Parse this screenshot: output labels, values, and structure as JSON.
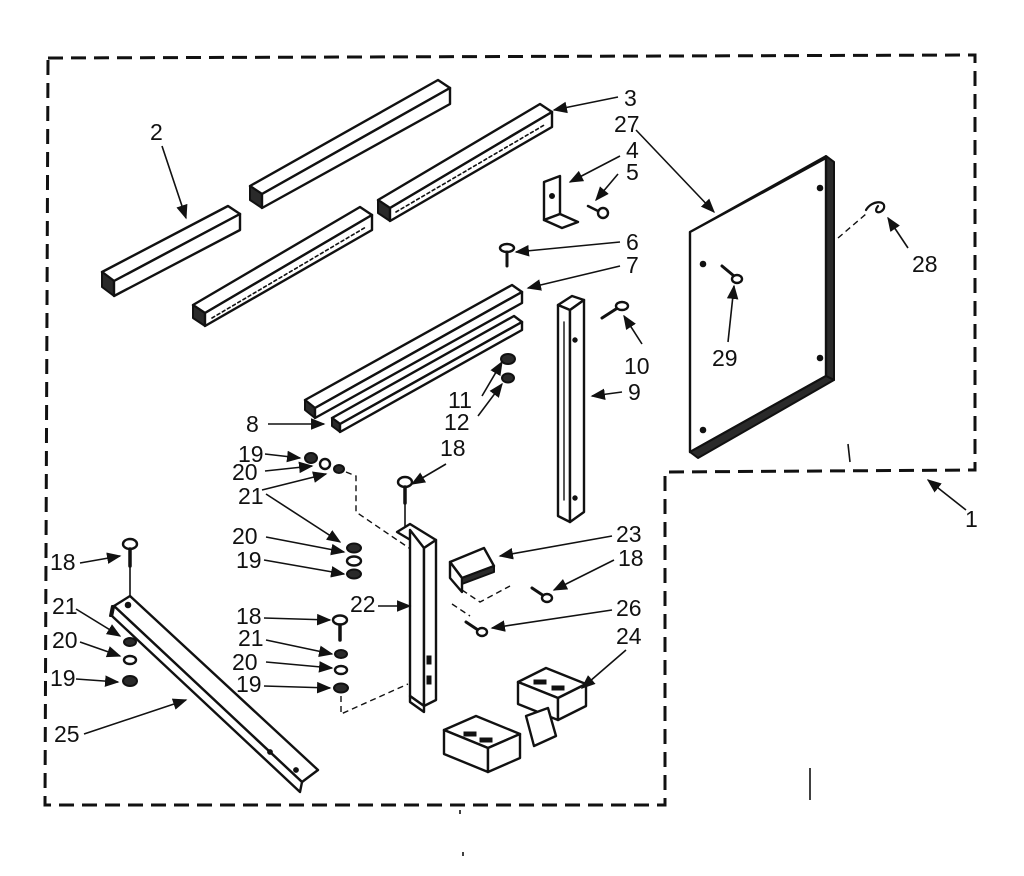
{
  "diagram": {
    "callouts": [
      {
        "id": "1",
        "text": "1"
      },
      {
        "id": "2",
        "text": "2"
      },
      {
        "id": "3",
        "text": "3"
      },
      {
        "id": "4",
        "text": "4"
      },
      {
        "id": "5",
        "text": "5"
      },
      {
        "id": "6",
        "text": "6"
      },
      {
        "id": "7",
        "text": "7"
      },
      {
        "id": "8",
        "text": "8"
      },
      {
        "id": "9",
        "text": "9"
      },
      {
        "id": "10",
        "text": "10"
      },
      {
        "id": "11",
        "text": "11"
      },
      {
        "id": "12",
        "text": "12"
      },
      {
        "id": "18a",
        "text": "18"
      },
      {
        "id": "19a",
        "text": "19"
      },
      {
        "id": "20a",
        "text": "20"
      },
      {
        "id": "21a",
        "text": "21"
      },
      {
        "id": "20b",
        "text": "20"
      },
      {
        "id": "19b",
        "text": "19"
      },
      {
        "id": "18b",
        "text": "18"
      },
      {
        "id": "21b",
        "text": "21"
      },
      {
        "id": "20c",
        "text": "20"
      },
      {
        "id": "19c",
        "text": "19"
      },
      {
        "id": "18c",
        "text": "18"
      },
      {
        "id": "21c",
        "text": "21"
      },
      {
        "id": "20d",
        "text": "20"
      },
      {
        "id": "19d",
        "text": "19"
      },
      {
        "id": "22",
        "text": "22"
      },
      {
        "id": "23",
        "text": "23"
      },
      {
        "id": "18d",
        "text": "18"
      },
      {
        "id": "24",
        "text": "24"
      },
      {
        "id": "25",
        "text": "25"
      },
      {
        "id": "26",
        "text": "26"
      },
      {
        "id": "27",
        "text": "27"
      },
      {
        "id": "28",
        "text": "28"
      },
      {
        "id": "29",
        "text": "29"
      }
    ]
  }
}
